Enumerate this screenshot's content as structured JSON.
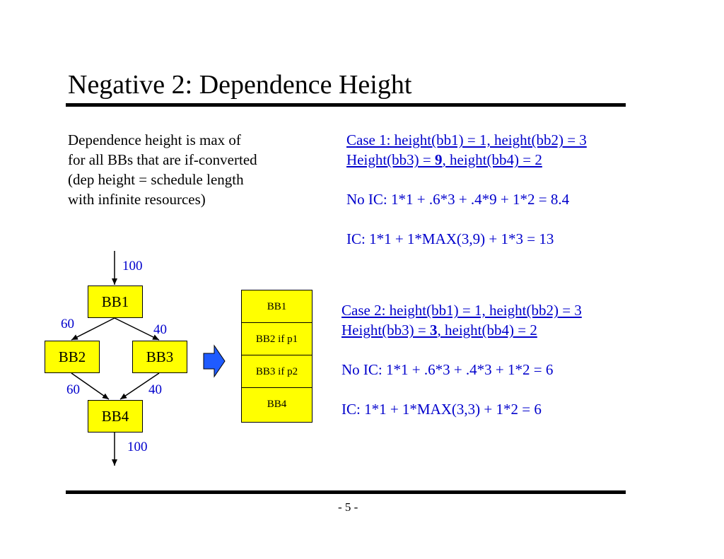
{
  "title": "Negative 2: Dependence Height",
  "intro_lines": [
    "Dependence height is max of",
    "for all BBs that are if-converted",
    "(dep height = schedule length",
    "with infinite resources)"
  ],
  "case1": {
    "line1": "Case 1: height(bb1) = 1, height(bb2) = 3",
    "line2_pre": "Height(bb3) = ",
    "line2_bold": "9",
    "line2_post": ", height(bb4) = 2",
    "no_ic": "No IC: 1*1 + .6*3 + .4*9 + 1*2 = 8.4",
    "ic": "IC: 1*1 + 1*MAX(3,9) + 1*3 = 13"
  },
  "case2": {
    "line1": "Case 2: height(bb1) = 1, height(bb2) = 3",
    "line2_pre": "Height(bb3) = ",
    "line2_bold": "3",
    "line2_post": ", height(bb4) = 2",
    "no_ic": "No IC: 1*1 + .6*3 + .4*3 + 1*2 = 6",
    "ic": "IC: 1*1 + 1*MAX(3,3) + 1*2 = 6"
  },
  "cfg": {
    "nodes": {
      "bb1": "BB1",
      "bb2": "BB2",
      "bb3": "BB3",
      "bb4": "BB4"
    },
    "edges": {
      "in": "100",
      "bb1_bb2": "60",
      "bb1_bb3": "40",
      "bb2_bb4": "60",
      "bb3_bb4": "40",
      "out": "100"
    }
  },
  "stack": [
    "BB1",
    "BB2 if p1",
    "BB3 if p2",
    "BB4"
  ],
  "page_number": "- 5 -",
  "colors": {
    "node_fill": "#ffff00",
    "label_blue": "#0000cc",
    "arrow_fill": "#1f5bff"
  },
  "icons": {
    "transform_arrow": "right-arrow-icon"
  }
}
